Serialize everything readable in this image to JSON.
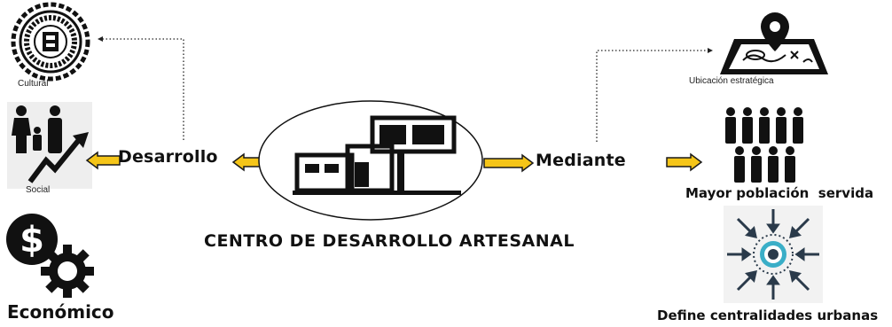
{
  "center": {
    "title": "CENTRO DE DESARROLLO ARTESANAL",
    "icon": "building-icon"
  },
  "left": {
    "connector_label": "Desarrollo",
    "items": [
      {
        "label": "Cultural",
        "icon": "aztec-calendar-icon"
      },
      {
        "label": "Social",
        "icon": "family-growth-icon"
      },
      {
        "label": "Económico",
        "icon": "dollar-gear-icon"
      }
    ]
  },
  "right": {
    "connector_label": "Mediante",
    "items": [
      {
        "label": "Ubicación estratégica",
        "icon": "map-pin-icon"
      },
      {
        "label": "Mayor población  servida",
        "icon": "people-group-icon"
      },
      {
        "label": "Define centralidades urbanas",
        "icon": "target-center-icon"
      }
    ]
  },
  "colors": {
    "arrow_fill": "#f5c518",
    "arrow_stroke": "#1a1a1a",
    "text": "#111111"
  }
}
